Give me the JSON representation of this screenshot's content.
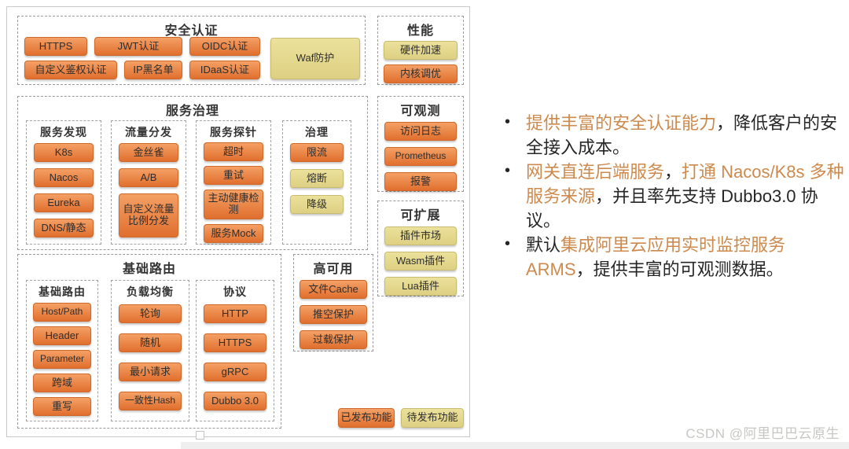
{
  "diagram": {
    "security": {
      "title": "安全认证",
      "items": [
        "HTTPS",
        "JWT认证",
        "OIDC认证",
        "自定义鉴权认证",
        "IP黑名单",
        "IDaaS认证"
      ],
      "waf": "Waf防护"
    },
    "performance": {
      "title": "性能",
      "items": [
        "硬件加速",
        "内核调优"
      ]
    },
    "governance": {
      "title": "服务治理",
      "discovery": {
        "title": "服务发现",
        "items": [
          "K8s",
          "Nacos",
          "Eureka",
          "DNS/静态"
        ]
      },
      "traffic": {
        "title": "流量分发",
        "items": [
          "金丝雀",
          "A/B",
          "自定义流量比例分发"
        ]
      },
      "probe": {
        "title": "服务探针",
        "items": [
          "超时",
          "重试",
          "主动健康检测",
          "服务Mock"
        ]
      },
      "control": {
        "title": "治理",
        "items": [
          "限流",
          "熔断",
          "降级"
        ]
      }
    },
    "observability": {
      "title": "可观测",
      "items": [
        "访问日志",
        "Prometheus",
        "报警"
      ]
    },
    "extensibility": {
      "title": "可扩展",
      "items": [
        "插件市场",
        "Wasm插件",
        "Lua插件"
      ]
    },
    "routing": {
      "title": "基础路由",
      "basic": {
        "title": "基础路由",
        "items": [
          "Host/Path",
          "Header",
          "Parameter",
          "跨域",
          "重写"
        ]
      },
      "lb": {
        "title": "负载均衡",
        "items": [
          "轮询",
          "随机",
          "最小请求",
          "一致性Hash"
        ]
      },
      "protocol": {
        "title": "协议",
        "items": [
          "HTTP",
          "HTTPS",
          "gRPC",
          "Dubbo 3.0"
        ]
      }
    },
    "ha": {
      "title": "高可用",
      "items": [
        "文件Cache",
        "推空保护",
        "过载保护"
      ]
    },
    "legend": {
      "released": "已发布功能",
      "pending": "待发布功能"
    }
  },
  "bullets": [
    {
      "segments": [
        {
          "text": "提供丰富的安全认证能力",
          "highlight": true
        },
        {
          "text": "，降低客户的安全接入成本。",
          "highlight": false
        }
      ]
    },
    {
      "segments": [
        {
          "text": "网关直连后端服务",
          "highlight": true
        },
        {
          "text": "，",
          "highlight": false
        },
        {
          "text": "打通 Nacos/K8s 多种服务来源",
          "highlight": true
        },
        {
          "text": "，并且率先支持 Dubbo3.0 协议。",
          "highlight": false
        }
      ]
    },
    {
      "segments": [
        {
          "text": "默认",
          "highlight": false
        },
        {
          "text": "集成阿里云应用实时监控服务 ARMS",
          "highlight": true
        },
        {
          "text": "，提供丰富的可观测数据。",
          "highlight": false
        }
      ]
    }
  ],
  "bullet_glyph": "•",
  "watermark": "CSDN @阿里巴巴云原生",
  "colors": {
    "released_chip": "#e8793a",
    "pending_chip": "#e8dc92",
    "highlight_text": "#cd8a4e",
    "dashed_border": "#9a9a9a"
  }
}
